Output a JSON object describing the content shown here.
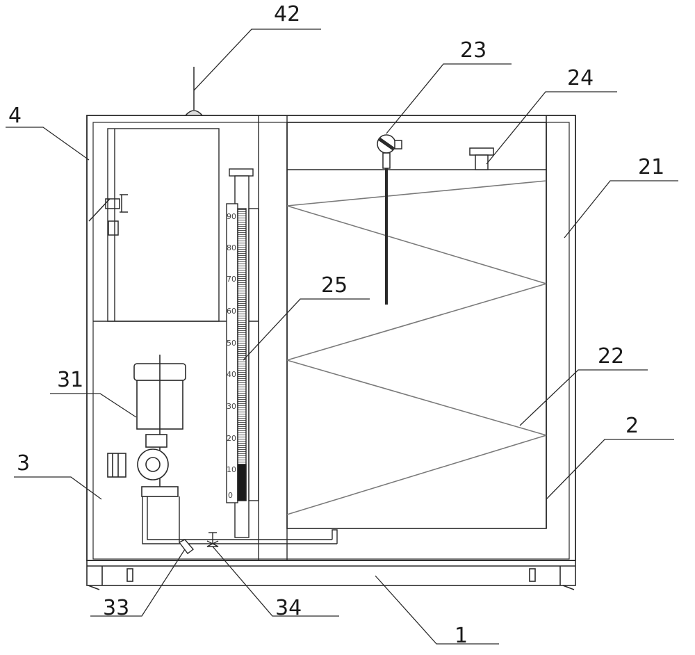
{
  "callouts": {
    "c42": "42",
    "c4": "4",
    "c23": "23",
    "c24": "24",
    "c21": "21",
    "c25": "25",
    "c22": "22",
    "c31": "31",
    "c2": "2",
    "c3": "3",
    "c33": "33",
    "c34": "34",
    "c1": "1"
  },
  "gauge_scale": [
    "0",
    "10",
    "20",
    "30",
    "40",
    "50",
    "60",
    "70",
    "80",
    "90"
  ],
  "colors": {
    "line": "#2a2a2a",
    "baffle": "#7a7a7a",
    "panel_fill": "#ffffff",
    "gauge_fill": "#1a1a1a"
  }
}
